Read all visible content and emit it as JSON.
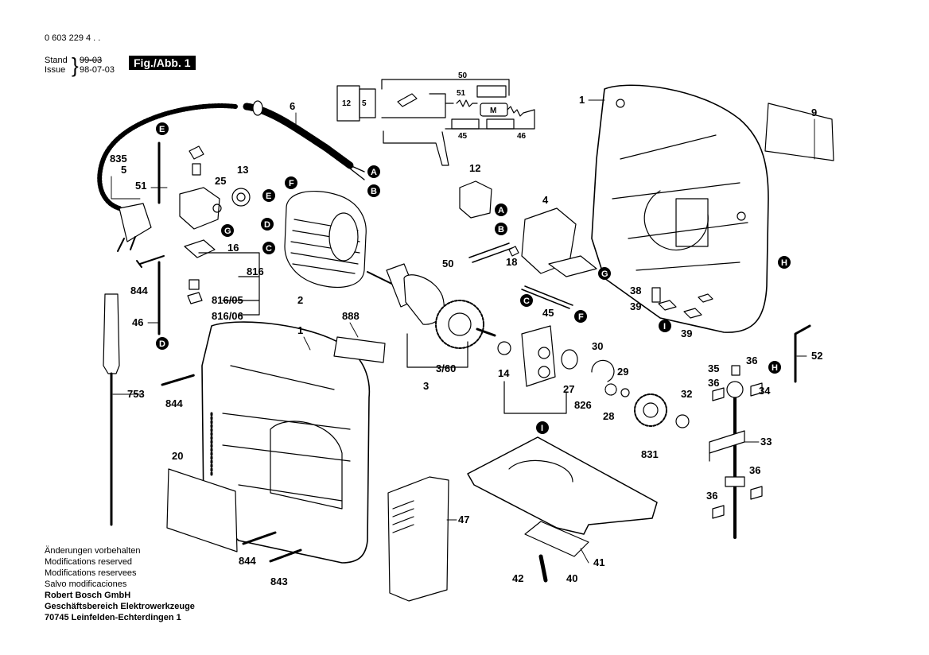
{
  "header": {
    "part_number": "0 603 229 4 . .",
    "stand_label": "Stand",
    "issue_label": "Issue",
    "old_date": "99-03",
    "date": "98-07-03",
    "figure_label": "Fig./Abb. 1"
  },
  "footer": {
    "lines": [
      "Änderungen vorbehalten",
      "Modifications reserved",
      "Modifications reservees",
      "Salvo modificaciones"
    ],
    "company": "Robert Bosch GmbH",
    "division": "Geschäftsbereich Elektrowerkzeuge",
    "address": "70745 Leinfelden-Echterdingen 1"
  },
  "wiring": {
    "labels": [
      "50",
      "12",
      "5",
      "51",
      "M",
      "45",
      "46"
    ]
  },
  "part_labels": [
    "1",
    "1",
    "2",
    "3",
    "3/60",
    "4",
    "5",
    "6",
    "9",
    "12",
    "13",
    "14",
    "16",
    "18",
    "20",
    "25",
    "27",
    "28",
    "29",
    "30",
    "32",
    "33",
    "34",
    "35",
    "36",
    "36",
    "36",
    "36",
    "38",
    "39",
    "39",
    "40",
    "41",
    "42",
    "45",
    "46",
    "47",
    "50",
    "51",
    "52",
    "753",
    "816",
    "816/05",
    "816/06",
    "826",
    "831",
    "835",
    "843",
    "844",
    "844",
    "844",
    "888"
  ],
  "connectors": [
    "A",
    "B",
    "C",
    "D",
    "E",
    "F",
    "G",
    "H",
    "I",
    "A",
    "B",
    "C",
    "D",
    "E",
    "F",
    "G",
    "H",
    "I"
  ],
  "colors": {
    "ink": "#000000",
    "paper": "#ffffff",
    "label_bg": "#000000",
    "label_fg": "#ffffff"
  }
}
